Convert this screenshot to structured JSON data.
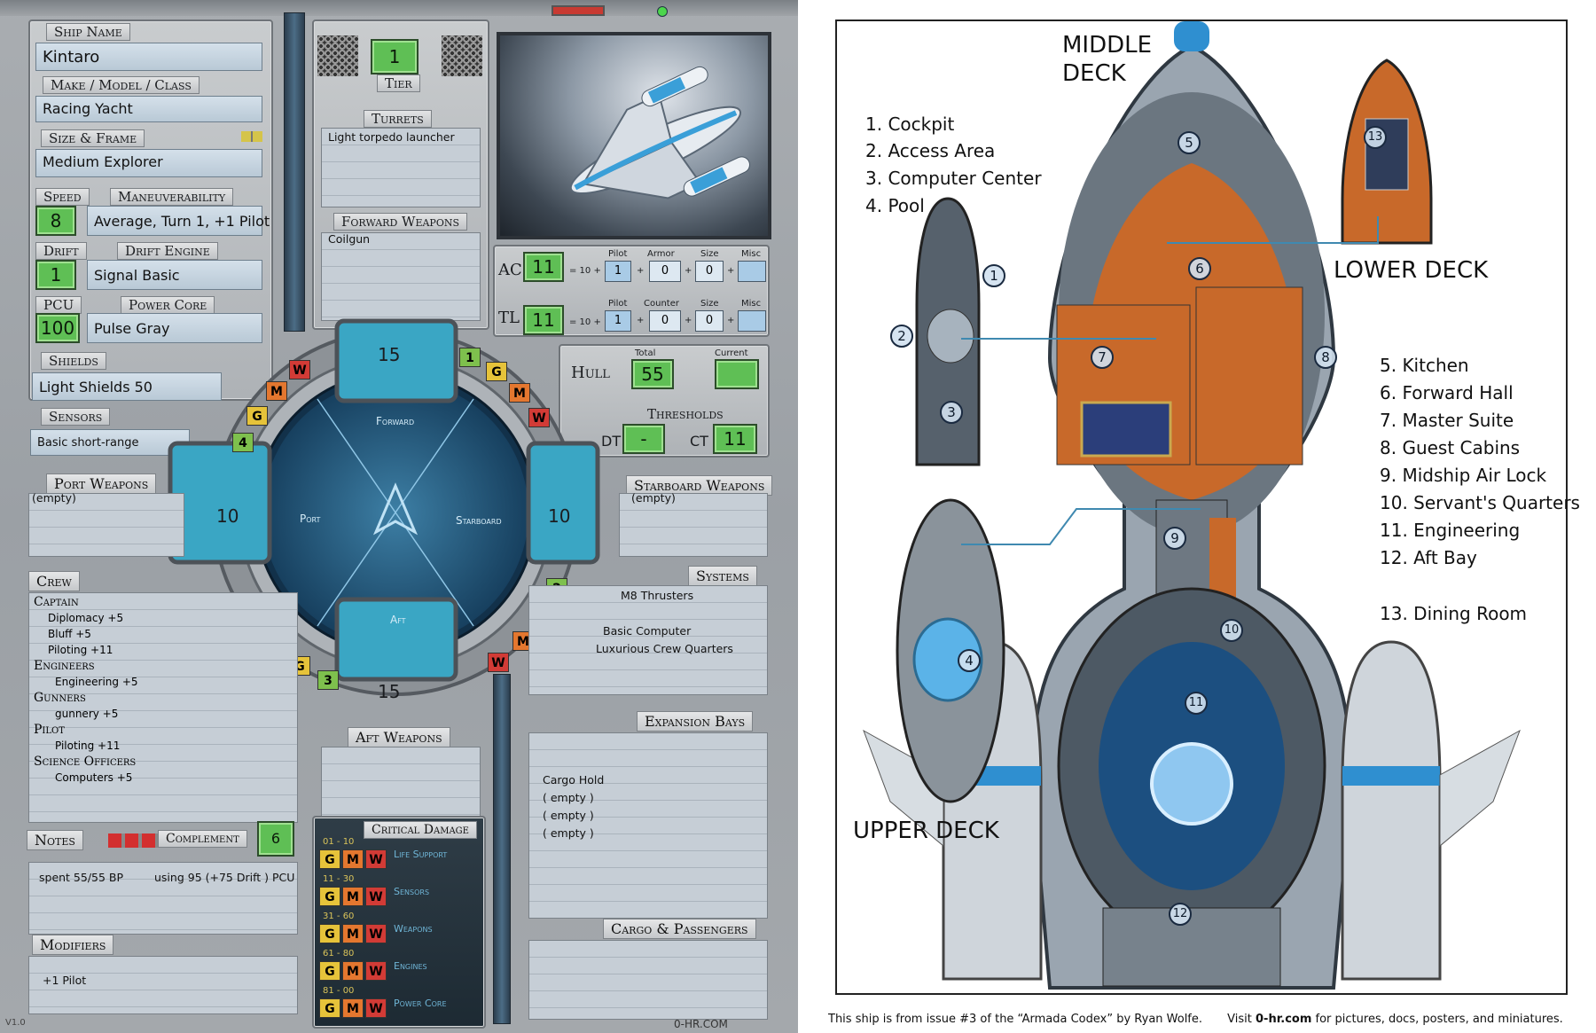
{
  "sheet": {
    "ship_name_label": "Ship Name",
    "ship_name": "Kintaro",
    "model_label": "Make / Model / Class",
    "model": "Racing Yacht",
    "size_label": "Size & Frame",
    "size": "Medium Explorer",
    "speed_label": "Speed",
    "speed": "8",
    "maneuver_label": "Maneuverability",
    "maneuver": "Average,  Turn 1, +1 Pilot",
    "drift_label": "Drift",
    "drift": "1",
    "drift_engine_label": "Drift Engine",
    "drift_engine": "Signal Basic",
    "pcu_label": "PCU",
    "pcu": "100",
    "power_core_label": "Power Core",
    "power_core": "Pulse Gray",
    "shields_label": "Shields",
    "shields": "Light Shields 50",
    "sensors_label": "Sensors",
    "sensors": "Basic short-range",
    "tier": "1",
    "tier_label": "Tier",
    "turrets_label": "Turrets",
    "turrets": "Light torpedo launcher",
    "forward_label": "Forward Weapons",
    "forward": "Coilgun",
    "ac_label": "AC",
    "ac": "11",
    "tl_label": "TL",
    "tl": "11",
    "base": "= 10 +",
    "pilot_label": "Pilot",
    "armor_label": "Armor",
    "size_col_label": "Size",
    "misc_label": "Misc",
    "counter_label": "Counter",
    "ac_pilot": "1",
    "ac_armor": "0",
    "ac_size": "0",
    "tl_pilot": "1",
    "tl_counter": "0",
    "tl_size": "0",
    "plus": "+",
    "hull_label": "Hull",
    "total_label": "Total",
    "current_label": "Current",
    "hull_total": "55",
    "thresholds_label": "Thresholds",
    "dt_label": "DT",
    "dt": "-",
    "ct_label": "CT",
    "ct": "11",
    "shield_forward": "15",
    "shield_port": "10",
    "shield_starboard": "10",
    "shield_aft": "15",
    "arc_forward": "Forward",
    "arc_port": "Port",
    "arc_starboard": "Starboard",
    "arc_aft": "Aft",
    "g": "G",
    "m": "M",
    "w": "W",
    "n1": "1",
    "n2": "2",
    "n3": "3",
    "n4": "4",
    "port_label": "Port Weapons",
    "port": "(empty)",
    "starboard_label": "Starboard Weapons",
    "starboard": "(empty)",
    "crew_label": "Crew",
    "crew": [
      {
        "role": "Captain",
        "skills": [
          "Diplomacy +5",
          "Bluff +5",
          "Piloting +11"
        ]
      },
      {
        "role": "Engineers",
        "skills": [
          "Engineering +5"
        ]
      },
      {
        "role": "Gunners",
        "skills": [
          "gunnery +5"
        ]
      },
      {
        "role": "Pilot",
        "skills": [
          "Piloting +11"
        ]
      },
      {
        "role": "Science Officers",
        "skills": [
          "Computers +5"
        ]
      }
    ],
    "notes_label": "Notes",
    "complement_label": "Complement",
    "complement": "6",
    "notes_left": "spent 55/55 BP",
    "notes_right": "using 95 (+75 Drift ) PCU",
    "modifiers_label": "Modifiers",
    "modifiers": "+1 Pilot",
    "systems_label": "Systems",
    "systems": [
      "M8 Thrusters",
      "Basic Computer",
      "Luxurious Crew Quarters"
    ],
    "aft_label": "Aft Weapons",
    "expansion_label": "Expansion Bays",
    "expansion": [
      "Cargo Hold",
      "( empty )",
      "( empty )",
      "( empty )"
    ],
    "cargo_label": "Cargo & Passengers",
    "critical_label": "Critical Damage",
    "critical": [
      {
        "range": "01 - 10",
        "name": "Life Support"
      },
      {
        "range": "11 - 30",
        "name": "Sensors"
      },
      {
        "range": "31 - 60",
        "name": "Weapons"
      },
      {
        "range": "61 - 80",
        "name": "Engines"
      },
      {
        "range": "81 - 00",
        "name": "Power Core"
      }
    ],
    "footer": "0-HR.COM",
    "version": "V1.0"
  },
  "map": {
    "middle_deck": [
      "MIDDLE",
      "DECK"
    ],
    "lower_deck": "LOWER DECK",
    "upper_deck": "UPPER DECK",
    "legend_a": [
      "1. Cockpit",
      "2. Access Area",
      "3. Computer Center",
      "4. Pool"
    ],
    "legend_b": [
      "5. Kitchen",
      "6. Forward Hall",
      "7. Master Suite",
      "8. Guest Cabins",
      "9. Midship Air Lock",
      "10. Servant's Quarters",
      "11. Engineering",
      "12. Aft Bay"
    ],
    "legend_c": "13. Dining Room",
    "room_numbers": [
      "1",
      "2",
      "3",
      "4",
      "5",
      "6",
      "7",
      "8",
      "9",
      "10",
      "11",
      "12",
      "13"
    ],
    "credit_a": "This ship is from issue #3 of the “Armada Codex” by Ryan Wolfe.",
    "credit_b": "Visit",
    "credit_site": "0-hr.com",
    "credit_c": "for pictures, docs, posters, and miniatures."
  },
  "colors": {
    "accent": "#5fbf55",
    "field": "#c6d6e3",
    "shield": "#3aa6c4",
    "wood": "#c8692a"
  }
}
